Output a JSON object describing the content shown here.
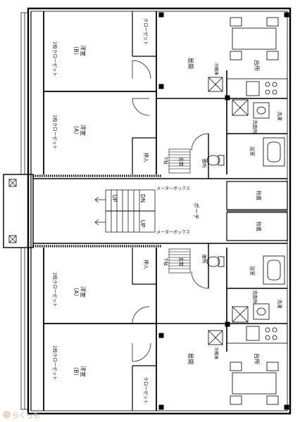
{
  "units": {
    "upper": {
      "western_b": "洋室\n（B）",
      "closet_b": "クローゼット",
      "western_a": "洋室\n（A）",
      "storage_a": "押入",
      "closet_b_side": "2段クローゼット",
      "closet_a_side": "2段クローゼット",
      "living": "居間",
      "kitchen": "台所",
      "washroom": "洗面所",
      "bath": "浴室",
      "laundry": "洗濯",
      "refrigerator": "冷蔵庫",
      "toilet": "便所",
      "entrance": "玄関",
      "shoe_box": "下駄",
      "storage_room": "物置"
    },
    "lower": {
      "western_a": "洋室\n（A）",
      "storage_a": "押入",
      "western_b": "洋室\n（B）",
      "closet_b": "クローゼット",
      "closet_a_side": "2段クローゼット",
      "closet_b_side": "2段クローゼット",
      "living": "居間",
      "kitchen": "台所",
      "washroom": "洗面所",
      "bath": "浴室",
      "laundry": "洗濯",
      "refrigerator": "冷蔵庫",
      "toilet": "便所",
      "entrance": "玄関",
      "shoe_box": "下駄",
      "storage_room": "物置"
    }
  },
  "common": {
    "stairs_up_top": "UP",
    "stairs_dn": "DN",
    "stairs_up_bottom": "UP",
    "porch": "ポーチ",
    "meter_box_top": "メーターボックス",
    "meter_box_bottom": "メーターボックス"
  },
  "watermark": "らくらも"
}
